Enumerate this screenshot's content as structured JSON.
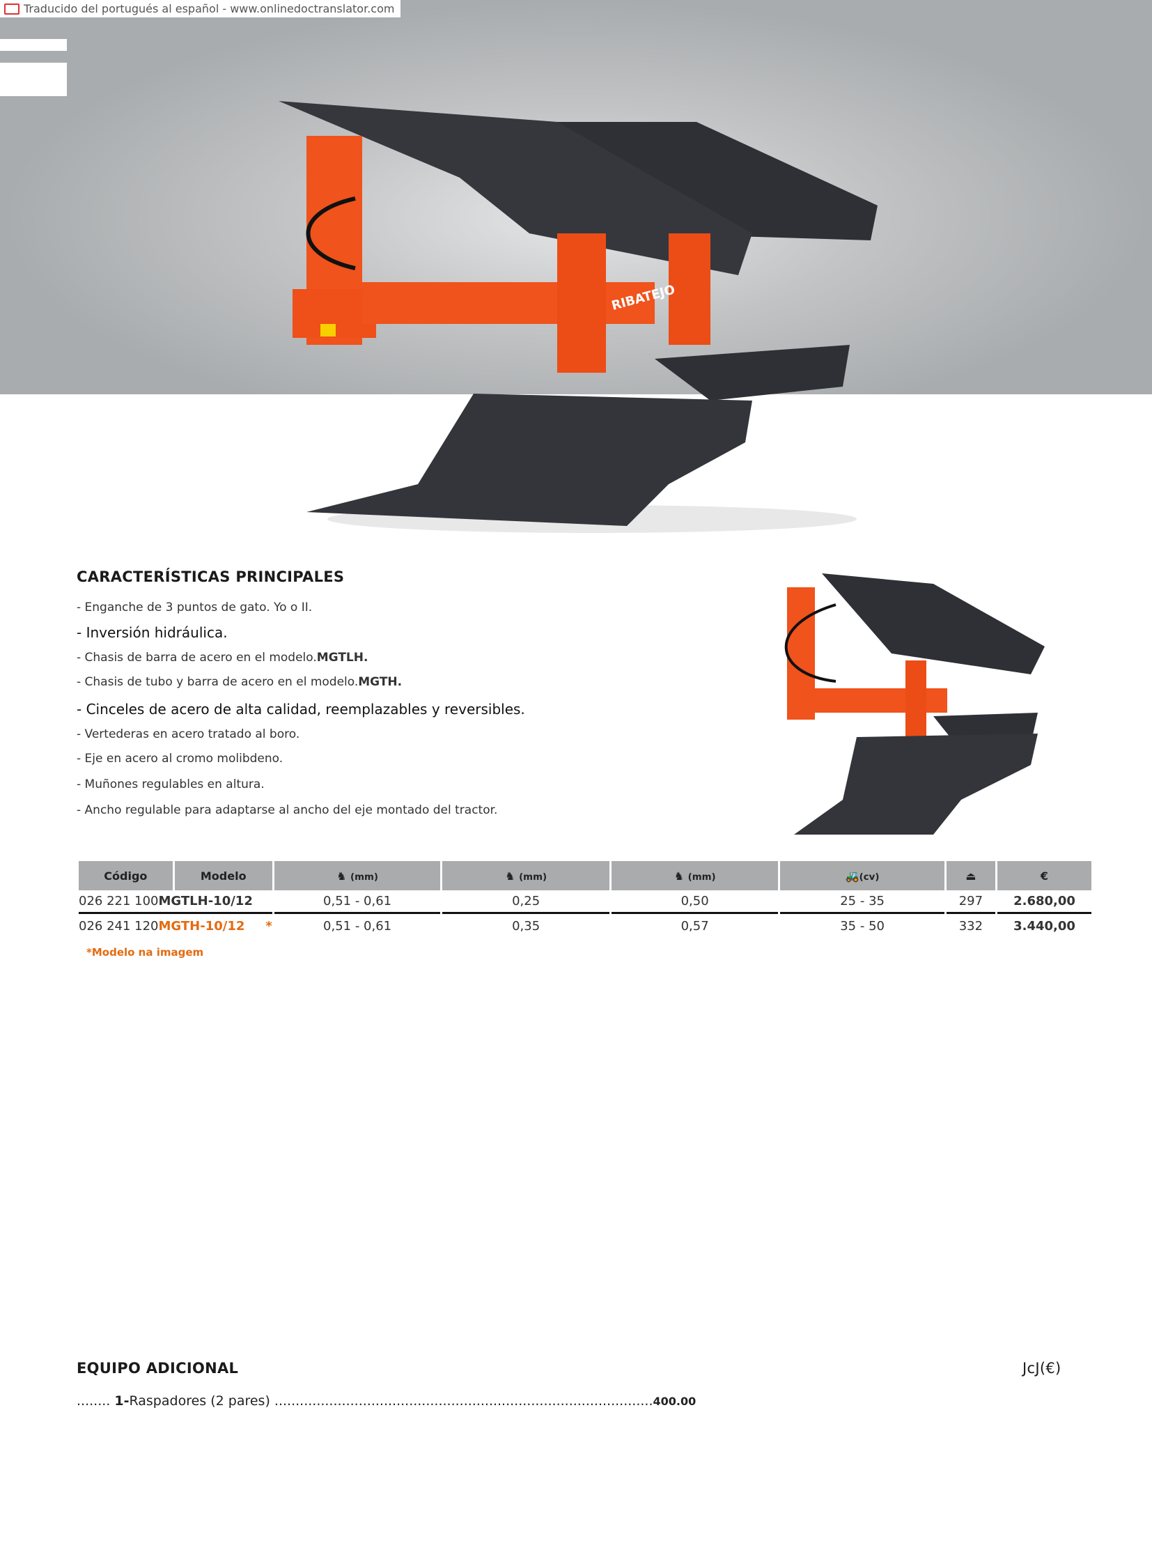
{
  "translator_banner": "Traducido del portugués al español - www.onlinedoctranslator.com",
  "brand_on_product": "RIBATEJO",
  "features": {
    "title": "CARACTERÍSTICAS PRINCIPALES",
    "items": [
      {
        "text": "- Enganche de 3 puntos de gato. Yo o II.",
        "bold": ""
      },
      {
        "text": "- Inversión hidráulica.",
        "bold": ""
      },
      {
        "text": "- Chasis de barra de acero en el modelo.",
        "bold": "MGTLH."
      },
      {
        "text": "- Chasis de tubo y barra de acero en el modelo.",
        "bold": "MGTH."
      },
      {
        "text": "- Cinceles de acero de alta calidad, reemplazables y reversibles.",
        "bold": ""
      },
      {
        "text": "- Vertederas en acero tratado al boro.",
        "bold": ""
      },
      {
        "text": "- Eje en acero al cromo molibdeno.",
        "bold": ""
      },
      {
        "text": "- Muñones regulables en altura.",
        "bold": ""
      },
      {
        "text": "- Ancho regulable para adaptarse al ancho del eje montado del tractor.",
        "bold": ""
      }
    ]
  },
  "table": {
    "headers": [
      "Código",
      "Modelo",
      "(mm)",
      "(mm)",
      "(mm)",
      "(cv)",
      "",
      "€"
    ],
    "header_icons": [
      "plough-width-icon",
      "plough-depth-icon",
      "plough-clearance-icon",
      "tractor-icon",
      "weight-icon"
    ],
    "rows": [
      {
        "code": "026 221 100",
        "model": "MGTLH-10/12",
        "star": "",
        "w": "0,51 - 0,61",
        "d": "0,25",
        "c": "0,50",
        "cv": "25 - 35",
        "kg": "297",
        "price": "2.680,00"
      },
      {
        "code": "026 241 120",
        "model": "MGTH-10/12",
        "star": "*",
        "w": "0,51 - 0,61",
        "d": "0,35",
        "c": "0,57",
        "cv": "35 - 50",
        "kg": "332",
        "price": "3.440,00"
      }
    ],
    "note": "Modelo na imagem"
  },
  "extra": {
    "title": "EQUIPO ADICIONAL",
    "currency": "JcJ(€)",
    "lead": "........",
    "num": "1-",
    "item": "Raspadores (2 pares)",
    "trail": "..........................................................................................",
    "price": "400.00"
  },
  "colors": {
    "accent": "#e46b10",
    "frame": "#f0531c",
    "mould": "#2e3035"
  }
}
